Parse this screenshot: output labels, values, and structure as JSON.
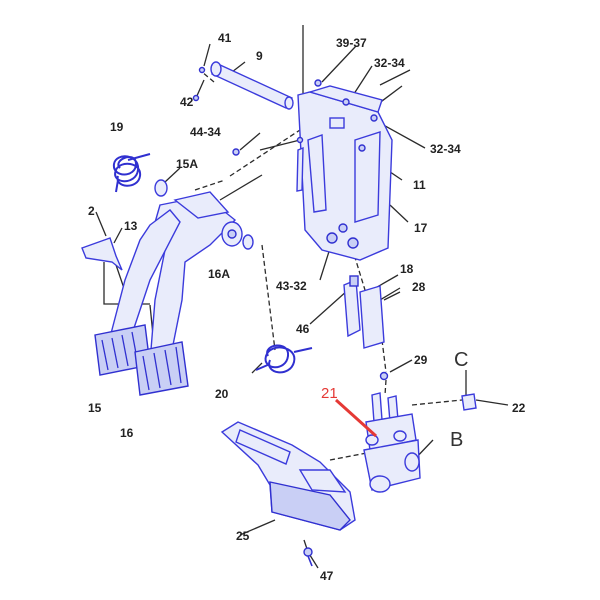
{
  "colors": {
    "part_stroke": "#3b3bdc",
    "part_fill": "#e9ecfb",
    "highlight": "#e53935",
    "leader": "#2b2b2b"
  },
  "labels": {
    "l41": "41",
    "l9": "9",
    "l42": "42",
    "l39_37": "39-37",
    "l32_34a": "32-34",
    "l19": "19",
    "l44_34": "44-34",
    "l32_34b": "32-34",
    "l15A": "15A",
    "l11": "11",
    "l2": "2",
    "l13": "13",
    "l17": "17",
    "l16A": "16A",
    "l43_32": "43-32",
    "l18": "18",
    "l28": "28",
    "l46": "46",
    "l29": "29",
    "lC": "C",
    "l22": "22",
    "l21": "21",
    "lB": "B",
    "l15": "15",
    "l16": "16",
    "l20": "20",
    "l25": "25",
    "l47": "47"
  }
}
